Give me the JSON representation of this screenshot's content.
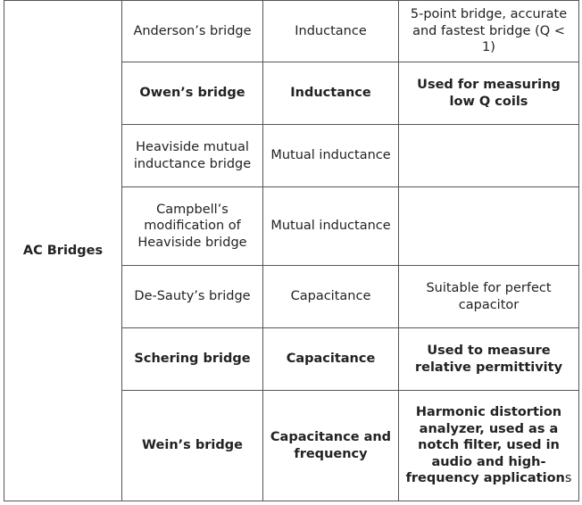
{
  "category": "AC Bridges",
  "rows": [
    {
      "bridge": "Anderson’s bridge",
      "measures": "Inductance",
      "notes": "5-point bridge, accurate and fastest bridge (Q < 1)"
    },
    {
      "bridge": "Owen’s bridge",
      "measures": "Inductance",
      "notes": "Used for measuring low Q coils"
    },
    {
      "bridge": "Heaviside mutual inductance bridge",
      "measures": "Mutual inductance",
      "notes": ""
    },
    {
      "bridge": "Campbell’s modification of Heaviside bridge",
      "measures": "Mutual inductance",
      "notes": ""
    },
    {
      "bridge": "De-Sauty’s bridge",
      "measures": "Capacitance",
      "notes": "Suitable for perfect capacitor"
    },
    {
      "bridge": "Schering bridge",
      "measures": "Capacitance",
      "notes": "Used to measure relative permittivity"
    },
    {
      "bridge": "Wein’s bridge",
      "measures": "Capacitance and frequency",
      "notes": "Harmonic distortion analyzer, used as a notch filter, used in audio and high-frequency application",
      "notes_tail": "s"
    }
  ]
}
